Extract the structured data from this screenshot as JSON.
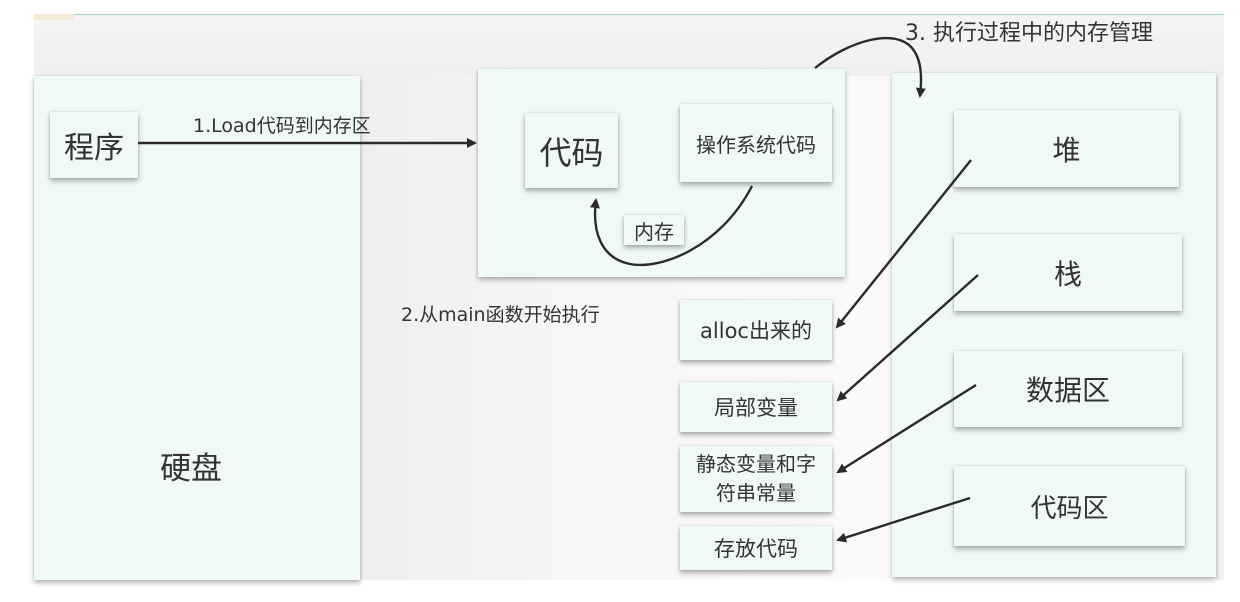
{
  "disk": {
    "program": "程序",
    "label": "硬盘"
  },
  "steps": {
    "load": "1.Load代码到内存区",
    "start_main": "2.从main函数开始执行",
    "manage": "3. 执行过程中的内存管理"
  },
  "memory": {
    "code": "代码",
    "os_code": "操作系统代码",
    "label": "内存"
  },
  "items": {
    "alloc": "alloc出来的",
    "local": "局部变量",
    "static_line1": "静态变量和字",
    "static_line2": "符串常量",
    "code_store": "存放代码"
  },
  "regions": {
    "heap": "堆",
    "stack": "栈",
    "data": "数据区",
    "code": "代码区"
  },
  "colors": {
    "box_fill": "#eff9f6",
    "arrow": "#2a2a2a",
    "accent_line": "#9fd6cb"
  }
}
